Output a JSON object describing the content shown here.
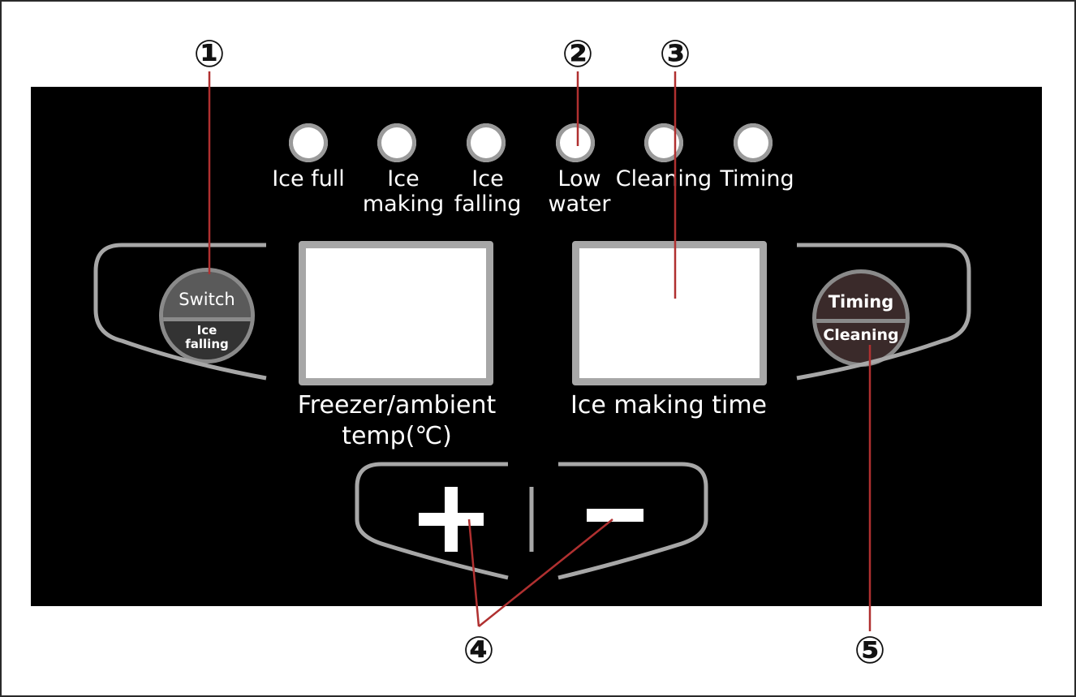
{
  "callouts": [
    "①",
    "②",
    "③",
    "④",
    "⑤"
  ],
  "indicators": [
    {
      "label": "Ice full"
    },
    {
      "label": "Ice\nmaking"
    },
    {
      "label": "Ice\nfalling"
    },
    {
      "label": "Low\nwater"
    },
    {
      "label": "Cleaning"
    },
    {
      "label": "Timing"
    }
  ],
  "left_button": {
    "top": "Switch",
    "bottom": "Ice\nfalling"
  },
  "right_button": {
    "top": "Timing",
    "bottom": "Cleaning"
  },
  "displays": {
    "left_label": "Freezer/ambient\ntemp(℃)",
    "right_label": "Ice making time"
  },
  "adjust": {
    "plus": "+",
    "minus": "−"
  },
  "colors": {
    "panel": "#000000",
    "leader_line": "#b03030",
    "bezel": "#a7a7a7",
    "right_knob": "#3a2a2a",
    "left_knob_top": "#5a5a5a"
  }
}
